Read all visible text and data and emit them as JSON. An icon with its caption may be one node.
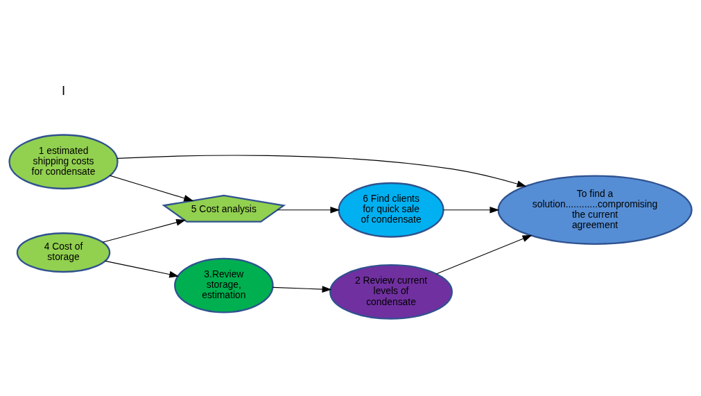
{
  "diagram": {
    "nodes": [
      {
        "text": [
          "1 estimated shipping costs for condensate"
        ]
      },
      {
        "text": [
          "2 Review current levels of condensate"
        ]
      },
      {
        "text": [
          "To find a solution............compromising the current agreement"
        ]
      },
      {
        "text": [
          "3.Review storage, estimation"
        ]
      },
      {
        "text": [
          "4 Cost of storage"
        ]
      },
      {
        "text": [
          "5 Cost analysis"
        ]
      },
      {
        "text": [
          "6 Find clients for quick sale of condensate"
        ]
      }
    ],
    "edges": [
      {
        "from": 0,
        "to": 2,
        "arrow": "to"
      },
      {
        "from": 1,
        "to": 2,
        "arrow": "to"
      },
      {
        "from": 0,
        "to": 5,
        "arrow": "to"
      },
      {
        "from": 5,
        "to": 6,
        "arrow": "to"
      },
      {
        "from": 6,
        "to": 2,
        "arrow": "to"
      },
      {
        "from": 4,
        "to": 5,
        "arrow": "to"
      },
      {
        "from": 4,
        "to": 3,
        "arrow": "to"
      },
      {
        "from": 3,
        "to": 1,
        "arrow": "to"
      }
    ],
    "labels": [
      "I"
    ]
  }
}
